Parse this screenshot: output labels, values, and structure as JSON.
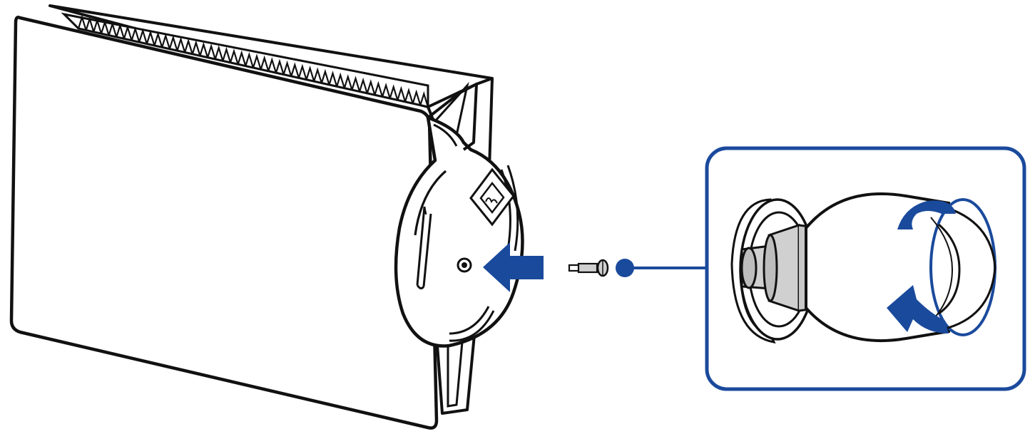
{
  "figure": {
    "subject": "console-stand-attachment",
    "colors": {
      "line": "#111111",
      "accent": "#1a4a9c",
      "fill": "#ffffff",
      "screw_fill": "#d0d0d0",
      "grey": "#bdbdbd"
    },
    "parts": [
      {
        "name": "console-body-icon",
        "desc": "console"
      },
      {
        "name": "stand-base-icon",
        "desc": "stand"
      },
      {
        "name": "screw-icon",
        "desc": "screw"
      },
      {
        "name": "insertion-arrow-icon",
        "desc": "arrow-left"
      },
      {
        "name": "zoom-callout",
        "desc": "detail"
      },
      {
        "name": "rotate-arrow-icon",
        "desc": "rotate-clockwise"
      }
    ]
  }
}
